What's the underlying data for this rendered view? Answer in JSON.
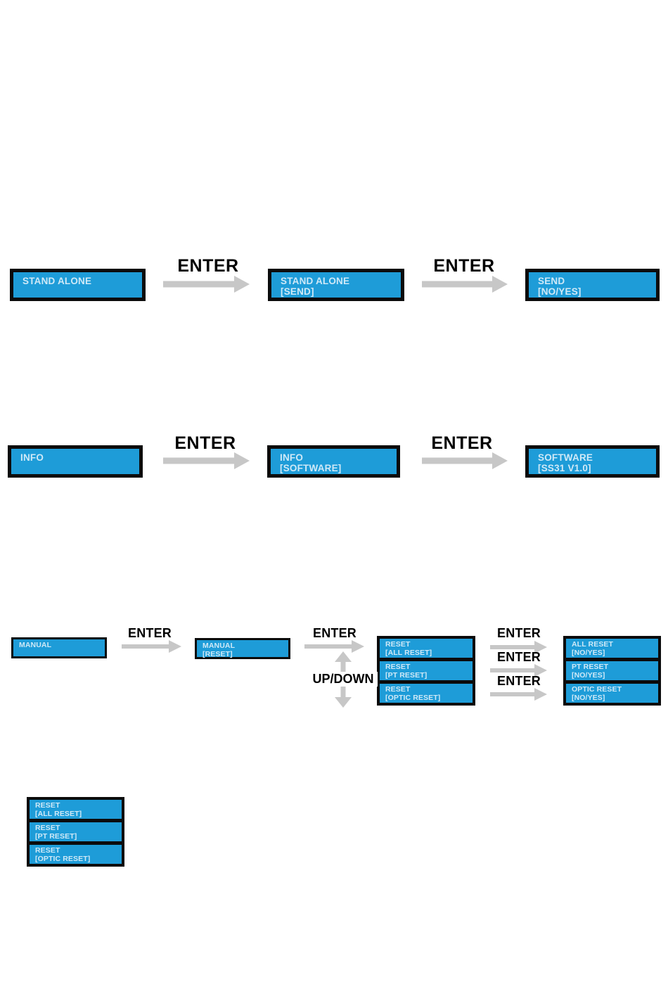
{
  "colors": {
    "lcd_blue": "#1E9CD8",
    "lcd_text": "#CFE9F7",
    "border_black": "#0B0B0B",
    "arrow_gray": "#C7C7C7",
    "label_text": "#000000",
    "page_bg": "#FFFFFF"
  },
  "labels": {
    "enter": "ENTER",
    "up_down": "UP/DOWN"
  },
  "flows": {
    "stand_alone": {
      "screens": [
        {
          "lines": [
            "STAND ALONE"
          ]
        },
        {
          "lines": [
            "STAND ALONE",
            "[SEND]"
          ]
        },
        {
          "lines": [
            "SEND",
            "[NO/YES]"
          ]
        }
      ]
    },
    "info": {
      "screens": [
        {
          "lines": [
            "INFO"
          ]
        },
        {
          "lines": [
            "INFO",
            "[SOFTWARE]"
          ]
        },
        {
          "lines": [
            "SOFTWARE",
            "[SS31 V1.0]"
          ]
        }
      ]
    },
    "manual": {
      "screens": [
        {
          "lines": [
            "MANUAL"
          ]
        },
        {
          "lines": [
            "MANUAL",
            "[RESET]"
          ]
        }
      ],
      "reset_menu": [
        {
          "lines": [
            "RESET",
            "[ALL RESET]"
          ]
        },
        {
          "lines": [
            "RESET",
            "[PT RESET]"
          ]
        },
        {
          "lines": [
            "RESET",
            "[OPTIC RESET]"
          ]
        }
      ],
      "confirm_menu": [
        {
          "lines": [
            "ALL RESET",
            "[NO/YES]"
          ]
        },
        {
          "lines": [
            "PT RESET",
            "[NO/YES]"
          ]
        },
        {
          "lines": [
            "OPTIC RESET",
            "[NO/YES]"
          ]
        }
      ]
    },
    "detached_reset_menu": [
      {
        "lines": [
          "RESET",
          "[ALL RESET]"
        ]
      },
      {
        "lines": [
          "RESET",
          "[PT RESET]"
        ]
      },
      {
        "lines": [
          "RESET",
          "[OPTIC RESET]"
        ]
      }
    ]
  }
}
